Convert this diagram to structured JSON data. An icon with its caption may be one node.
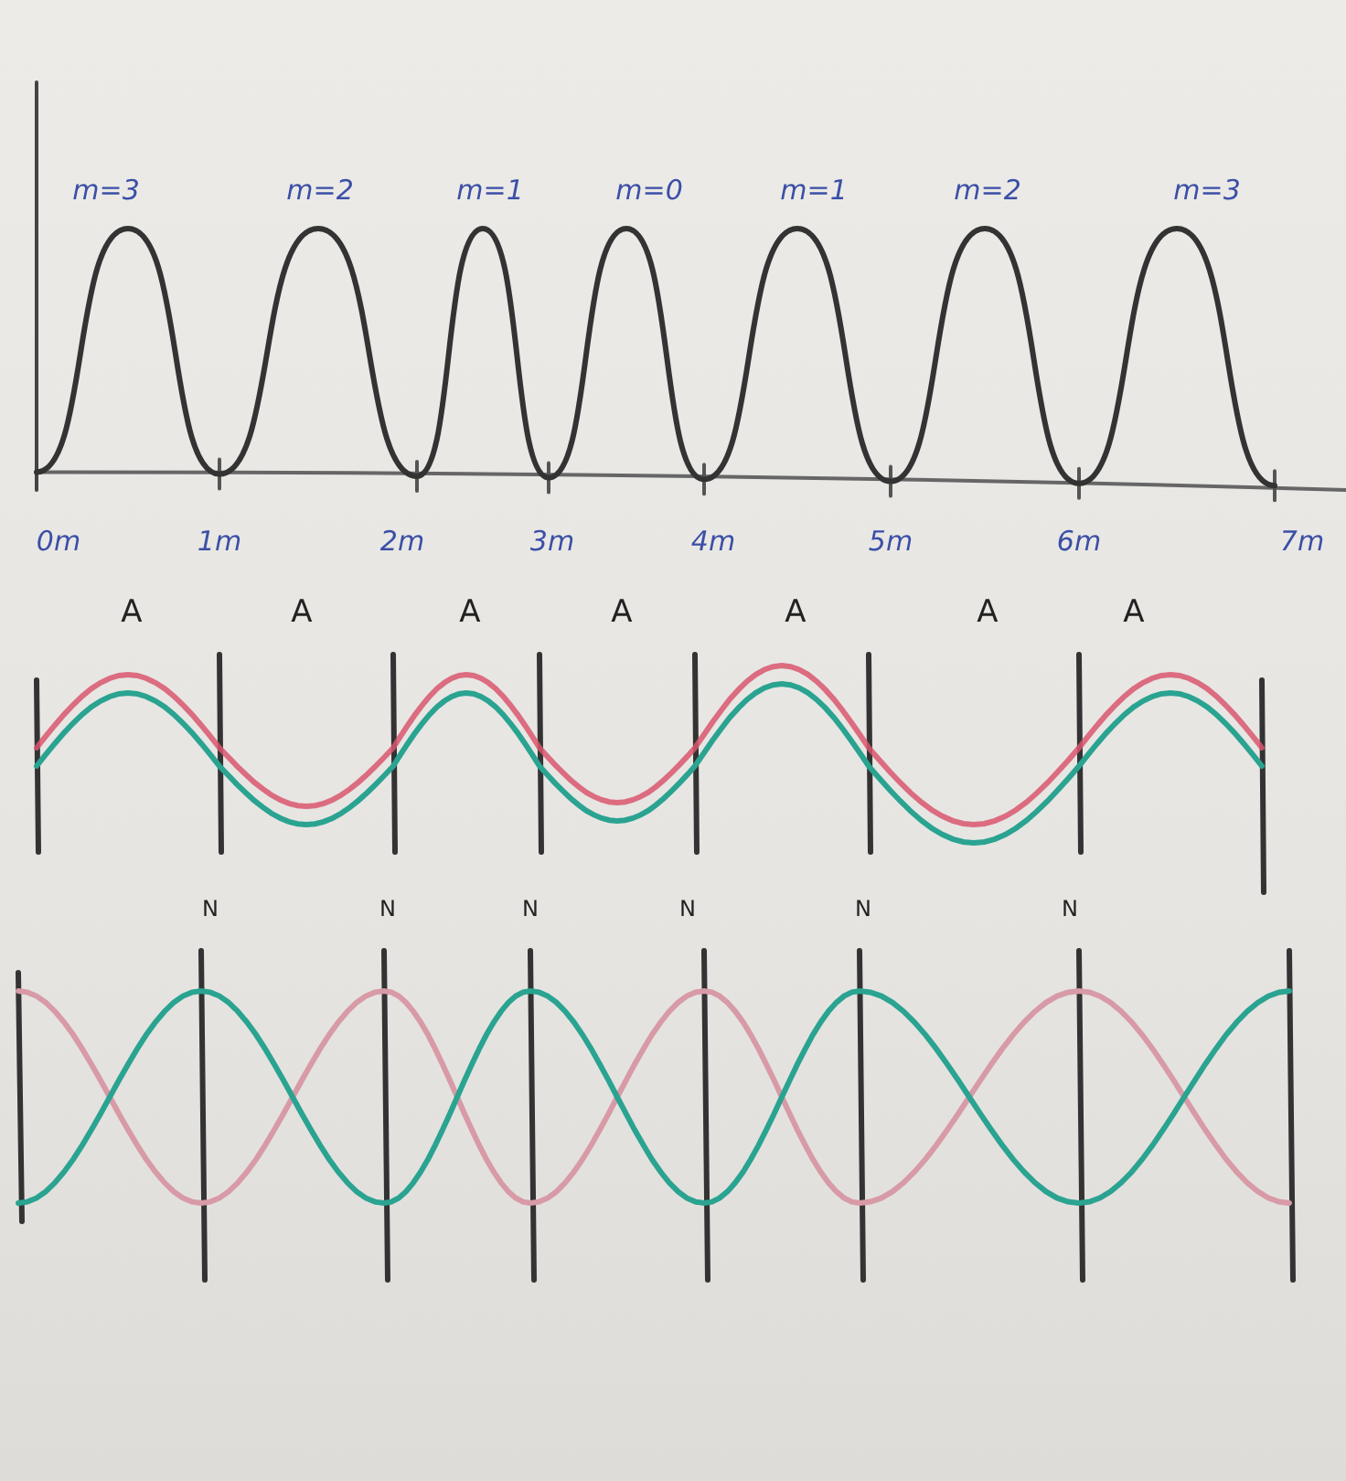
{
  "diagram": {
    "labels": [
      "m=3",
      "m=2",
      "m=1",
      "m=0",
      "m=1",
      "m=2",
      "m=3",
      "0m",
      "1m",
      "2m",
      "3m",
      "4m",
      "5m",
      "6m",
      "7m",
      "A",
      "A",
      "A",
      "A",
      "A",
      "A",
      "A",
      "N",
      "N",
      "N",
      "N",
      "N",
      "N"
    ]
  }
}
